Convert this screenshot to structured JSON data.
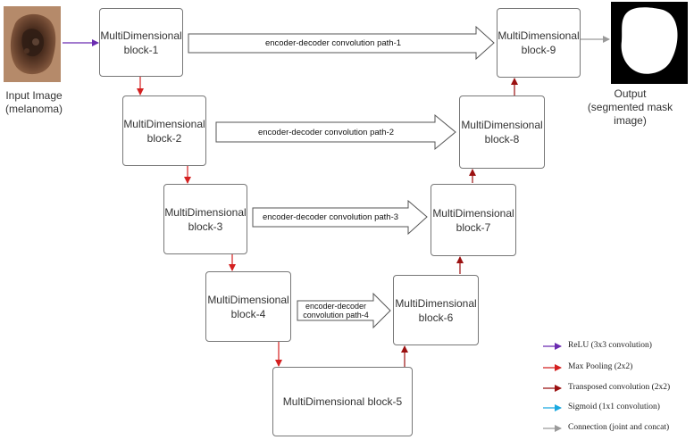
{
  "input": {
    "caption_line1": "Input Image",
    "caption_line2": "(melanoma)"
  },
  "output": {
    "caption_line1": "Output",
    "caption_line2": "(segmented mask image)"
  },
  "blocks": {
    "b1": {
      "line1": "MultiDimensional",
      "line2": "block-1"
    },
    "b2": {
      "line1": "MultiDimensional",
      "line2": "block-2"
    },
    "b3": {
      "line1": "MultiDimensional",
      "line2": "block-3"
    },
    "b4": {
      "line1": "MultiDimensional",
      "line2": "block-4"
    },
    "b5": {
      "line1": "MultiDimensional block-5"
    },
    "b6": {
      "line1": "MultiDimensional",
      "line2": "block-6"
    },
    "b7": {
      "line1": "MultiDimensional",
      "line2": "block-7"
    },
    "b8": {
      "line1": "MultiDimensional",
      "line2": "block-8"
    },
    "b9": {
      "line1": "MultiDimensional",
      "line2": "block-9"
    }
  },
  "paths": {
    "p1": {
      "label": "encoder-decoder convolution path-1"
    },
    "p2": {
      "label": "encoder-decoder convolution path-2"
    },
    "p3": {
      "label": "encoder-decoder convolution path-3"
    },
    "p4": {
      "line1": "encoder-decoder",
      "line2": "convolution path-4"
    }
  },
  "legend": [
    {
      "label": "ReLU (3x3 convolution)",
      "color": "#6a2bb0"
    },
    {
      "label": "Max Pooling (2x2)",
      "color": "#d42020"
    },
    {
      "label": "Transposed convolution (2x2)",
      "color": "#9b1010"
    },
    {
      "label": "Sigmoid (1x1 convolution)",
      "color": "#1aa9e0"
    },
    {
      "label": "Connection (joint and concat)",
      "color": "#9a9a9a"
    }
  ],
  "colors": {
    "relu": "#6a2bb0",
    "maxpool": "#d42020",
    "transposed": "#9b1010",
    "connection": "#9a9a9a"
  }
}
